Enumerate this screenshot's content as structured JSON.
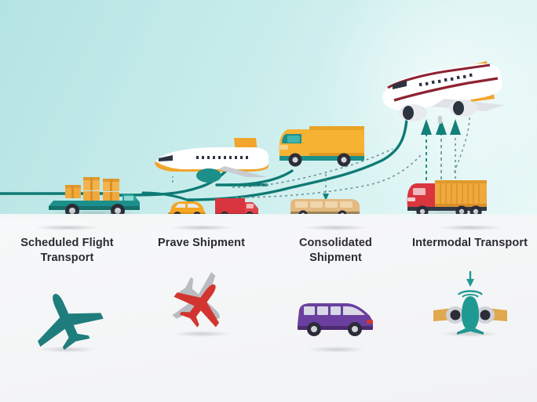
{
  "scene": {
    "background_top_color": "#b4e4e3",
    "background_bottom_color": "#e8f8f7",
    "ground_color": "#f2f7f7",
    "connector_color": "#0f7a74",
    "vehicles": [
      {
        "name": "teal-flatbed-truck-with-boxes",
        "body_color": "#1d8f8a",
        "cargo_color": "#f0a93c"
      },
      {
        "name": "orange-tail-airliner",
        "body_color": "#ffffff",
        "tail_color": "#f2a52c",
        "engine_color": "#1d8f8a"
      },
      {
        "name": "yellow-hatchback-car",
        "body_color": "#f5a623"
      },
      {
        "name": "red-delivery-van",
        "body_color": "#d8353f"
      },
      {
        "name": "orange-box-truck",
        "body_color": "#f6b333",
        "chassis_color": "#1d8f8a"
      },
      {
        "name": "tan-shuttle-bus",
        "body_color": "#e2b97f"
      },
      {
        "name": "red-cab-container-truck",
        "cab_color": "#d8353f",
        "container_color": "#f0a93c"
      },
      {
        "name": "ascending-airliner",
        "body_color": "#ffffff",
        "tail_color": "#f2a52c",
        "stripe_color": "#8e2232"
      }
    ],
    "connectors": {
      "solid_curve_color": "#0f7a74",
      "dashed_line_color": "#5f8f92",
      "arrow_color": "#12807a",
      "arrow_count": 3,
      "arrow_direction": "up"
    }
  },
  "panel": {
    "background_color": "#f5f6f7",
    "columns": [
      {
        "label": "Scheduled Flight Transport",
        "icon": "teal-airplane-topdown-icon",
        "icon_color": "#1f7d7d"
      },
      {
        "label": "Prave Shipment",
        "icon": "red-grey-crossed-airplanes-icon",
        "icon_color": "#d2352f",
        "icon_secondary_color": "#b9bcc0"
      },
      {
        "label": "Consolidated Shipment",
        "icon": "purple-minivan-icon",
        "icon_color": "#6b3fa0"
      },
      {
        "label": "Intermodal Transport",
        "icon": "teal-airplane-frontview-icon",
        "icon_color": "#1f9a93",
        "icon_secondary_color": "#e0a850"
      }
    ]
  }
}
